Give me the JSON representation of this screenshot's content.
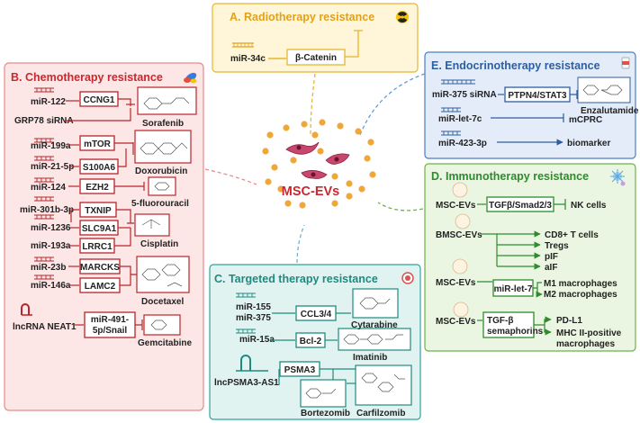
{
  "center": {
    "label": "MSC-EVs"
  },
  "panelA": {
    "title": "A. Radiotherapy resistance",
    "mirna": "miR-34c",
    "target": "β-Catenin"
  },
  "panelB": {
    "title": "B. Chemotherapy resistance",
    "rows": [
      {
        "mirna": "miR-122",
        "target": "CCNG1"
      },
      {
        "mirna": "GRP78 siRNA",
        "target": ""
      },
      {
        "mirna": "miR-199a",
        "target": "mTOR"
      },
      {
        "mirna": "miR-21-5p",
        "target": "S100A6"
      },
      {
        "mirna": "miR-124",
        "target": "EZH2"
      },
      {
        "mirna": "miR-301b-3p",
        "target": "TXNIP"
      },
      {
        "mirna": "miR-1236",
        "target": "SLC9A1"
      },
      {
        "mirna": "miR-193a",
        "target": "LRRC1"
      },
      {
        "mirna": "miR-23b",
        "target": "MARCKS"
      },
      {
        "mirna": "miR-146a",
        "target": "LAMC2"
      },
      {
        "mirna": "lncRNA NEAT1",
        "target": "miR-491-5p/Snail"
      }
    ],
    "drugs": [
      "Sorafenib",
      "Doxorubicin",
      "5-fluorouracil",
      "Cisplatin",
      "Docetaxel",
      "Gemcitabine"
    ]
  },
  "panelC": {
    "title": "C. Targeted therapy resistance",
    "mirnas": [
      "miR-155",
      "miR-375",
      "miR-15a",
      "lncPSMA3-AS1"
    ],
    "targets": [
      "CCL3/4",
      "Bcl-2",
      "PSMA3"
    ],
    "drugs": [
      "Cytarabine",
      "Imatinib",
      "Bortezomib",
      "Carfilzomib"
    ]
  },
  "panelD": {
    "title": "D. Immunotherapy resistance",
    "sources": [
      "MSC-EVs",
      "BMSC-EVs",
      "MSC-EVs",
      "MSC-EVs"
    ],
    "mediators": [
      "TGFβ/Smad2/3",
      "miR-let-7",
      "TGF-β semaphorins"
    ],
    "outcomes": [
      "NK cells",
      "CD8+ T cells",
      "Tregs",
      "pIF",
      "aIF",
      "M1 macrophages",
      "M2 macrophages",
      "PD-L1",
      "MHC II-positive macrophages"
    ]
  },
  "panelE": {
    "title": "E. Endocrinotherapy resistance",
    "mirnas": [
      "miR-375 siRNA",
      "miR-let-7c",
      "miR-423-3p"
    ],
    "target": "PTPN4/STAT3",
    "outputs": [
      "Enzalutamide",
      "mCPRC",
      "biomarker"
    ]
  },
  "colors": {
    "A": "#e8b52c",
    "A_fill": "#fff6d9",
    "B": "#d9534f",
    "B_fill": "#fde6e6",
    "B_dark": "#b8242a",
    "C": "#2fa39b",
    "C_fill": "#e1f3f1",
    "D": "#6ab547",
    "D_fill": "#eaf6e2",
    "D_dark": "#2e8b2e",
    "E": "#4a7fc1",
    "E_fill": "#e3ecf8",
    "E_dark": "#2e5e9e",
    "vesicle": "#f0a73a"
  }
}
